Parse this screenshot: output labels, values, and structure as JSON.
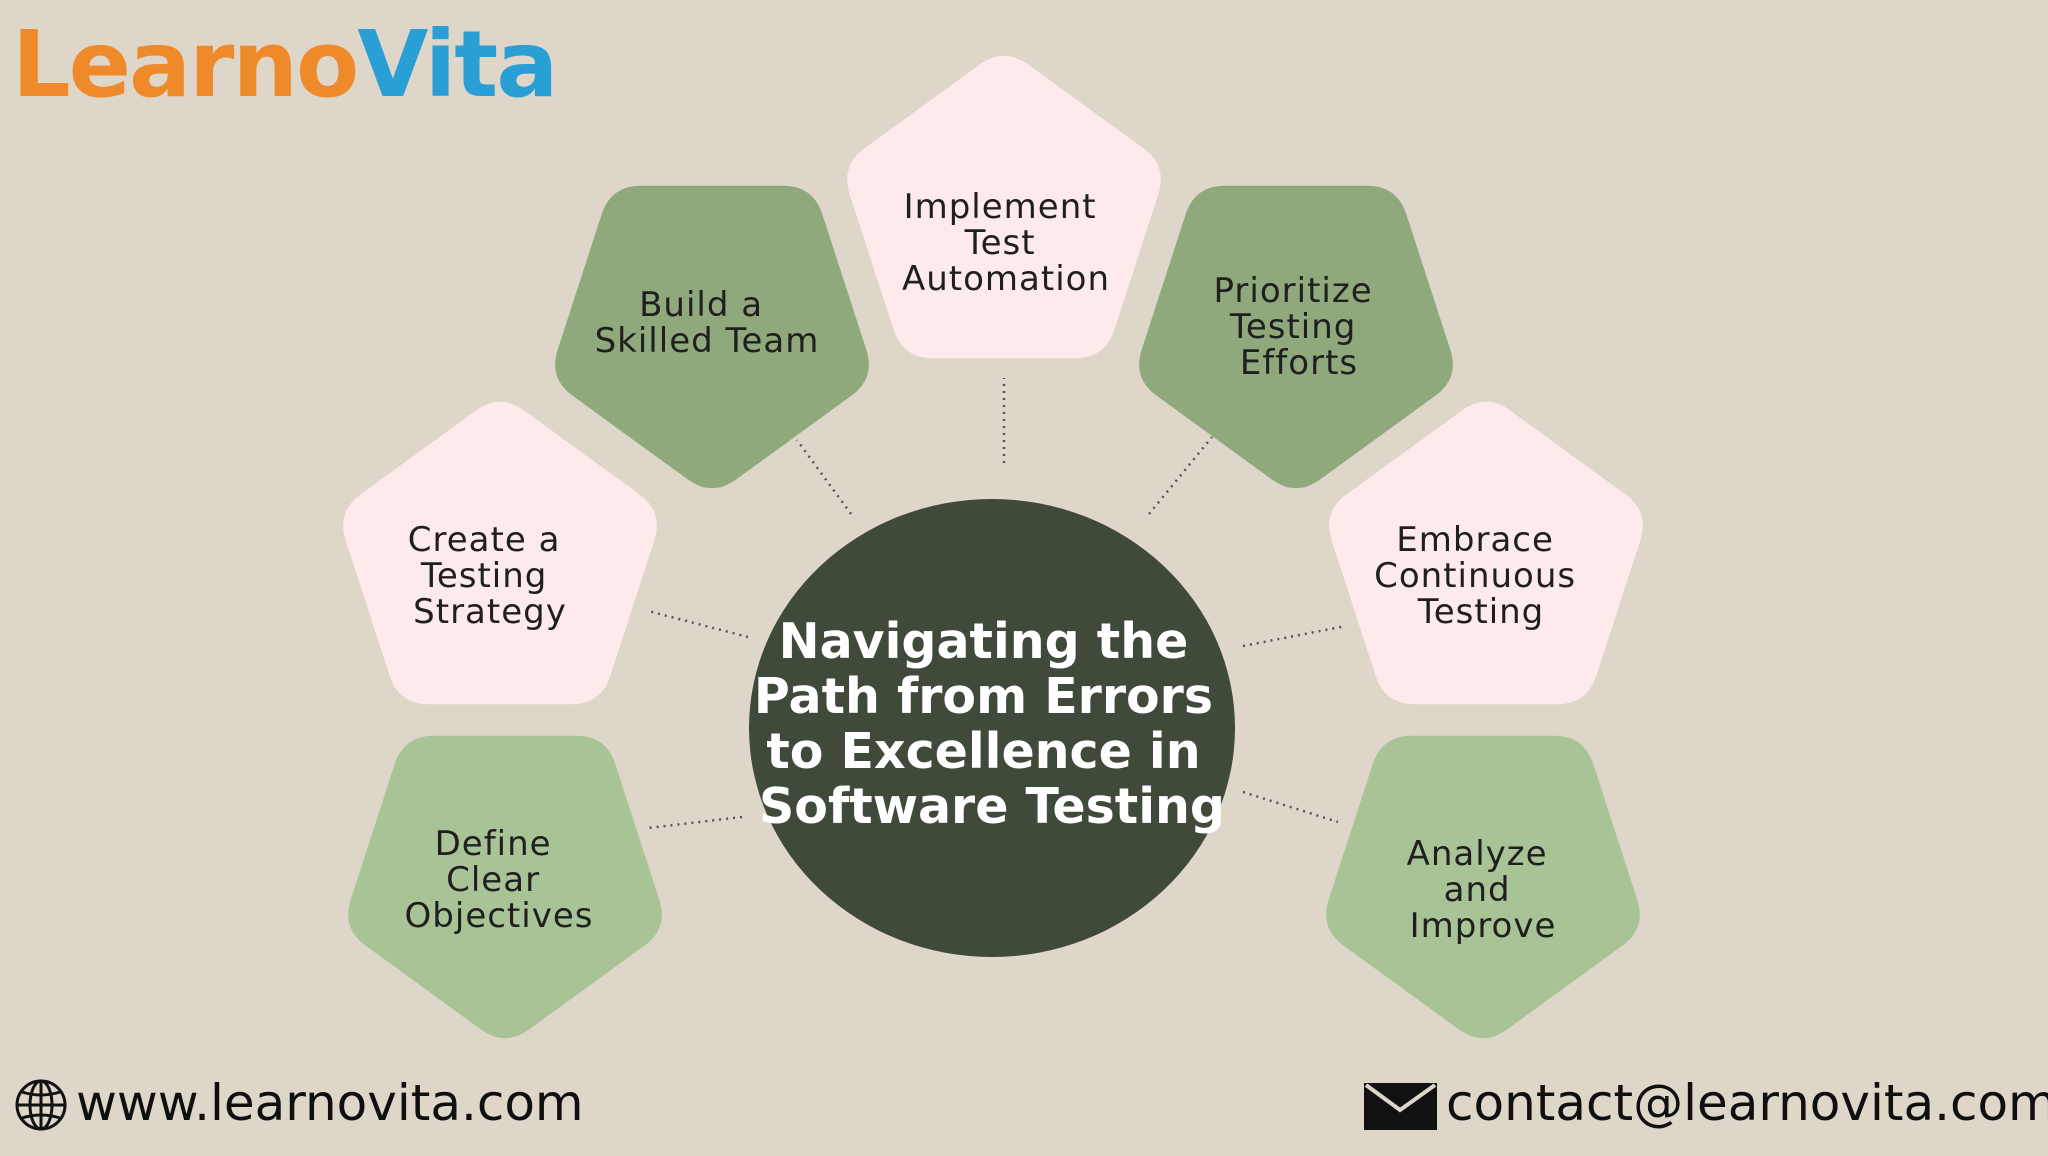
{
  "brand": {
    "logo_part1": "Learno",
    "logo_part2": "Vita",
    "logo_color1": "#ef8a2a",
    "logo_color2": "#2a9fd6"
  },
  "diagram": {
    "center_lines": [
      "Navigating the",
      "Path from Errors",
      "to Excellence in",
      "Software Testing"
    ],
    "center_color": "#3f4a3a",
    "nodes": [
      {
        "id": "define-clear-objectives",
        "lines": [
          "Define",
          "Clear",
          "Objectives"
        ],
        "fill": "#a8c496",
        "orientation": "down"
      },
      {
        "id": "create-testing-strategy",
        "lines": [
          "Create a",
          "Testing",
          "Strategy"
        ],
        "fill": "#fdebeb",
        "orientation": "up"
      },
      {
        "id": "build-skilled-team",
        "lines": [
          "Build a",
          "Skilled Team"
        ],
        "fill": "#8fa97c",
        "orientation": "down"
      },
      {
        "id": "implement-test-automation",
        "lines": [
          "Implement",
          "Test",
          "Automation"
        ],
        "fill": "#fdebeb",
        "orientation": "up"
      },
      {
        "id": "prioritize-testing-efforts",
        "lines": [
          "Prioritize",
          "Testing",
          "Efforts"
        ],
        "fill": "#8fa97c",
        "orientation": "down"
      },
      {
        "id": "embrace-continuous-testing",
        "lines": [
          "Embrace",
          "Continuous",
          "Testing"
        ],
        "fill": "#fdebeb",
        "orientation": "up"
      },
      {
        "id": "analyze-and-improve",
        "lines": [
          "Analyze",
          "and",
          "Improve"
        ],
        "fill": "#a8c496",
        "orientation": "down"
      }
    ]
  },
  "footer": {
    "website": "www.learnovita.com",
    "email": "contact@learnovita.com",
    "website_icon": "globe-icon",
    "email_icon": "envelope-icon"
  }
}
